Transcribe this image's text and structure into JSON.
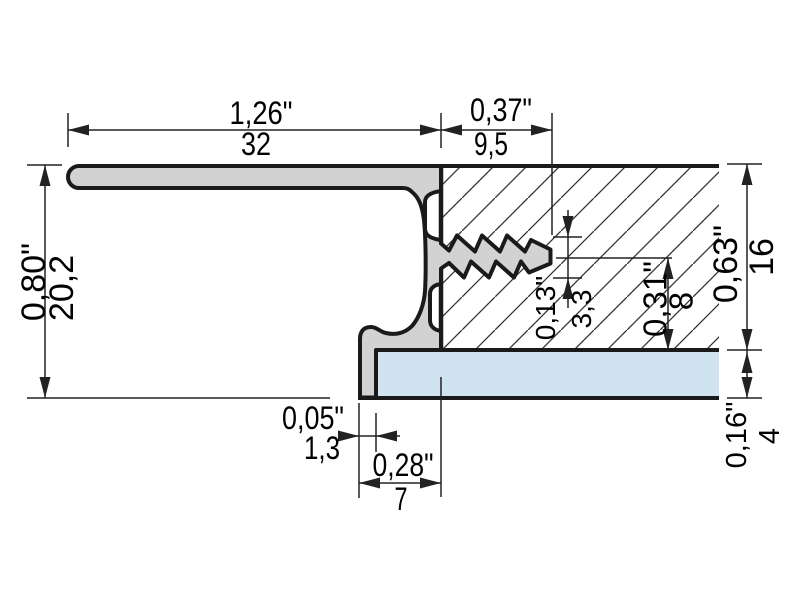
{
  "diagram": {
    "type": "profile-cross-section-technical-drawing",
    "colors": {
      "profile_fill": "#d2d2d2",
      "adhesive_fill": "#cfe3f0",
      "outline": "#1a1a1a",
      "dimension_lines": "#222222"
    },
    "dimensions": {
      "flange_width": {
        "inch": "1,26\"",
        "mm": "32"
      },
      "anchor_length": {
        "inch": "0,37\"",
        "mm": "9,5"
      },
      "total_height": {
        "inch": "0,80\"",
        "mm": "20,2"
      },
      "anchor_thickness": {
        "inch": "0,13\"",
        "mm": "3,3"
      },
      "anchor_offset": {
        "inch": "0,31\"",
        "mm": "8"
      },
      "tile_thickness": {
        "inch": "0,63\"",
        "mm": "16"
      },
      "adhesive_thickness": {
        "inch": "0,16\"",
        "mm": "4"
      },
      "foot_lip_width": {
        "inch": "0,05\"",
        "mm": "1,3"
      },
      "foot_width": {
        "inch": "0,28\"",
        "mm": "7"
      }
    }
  }
}
